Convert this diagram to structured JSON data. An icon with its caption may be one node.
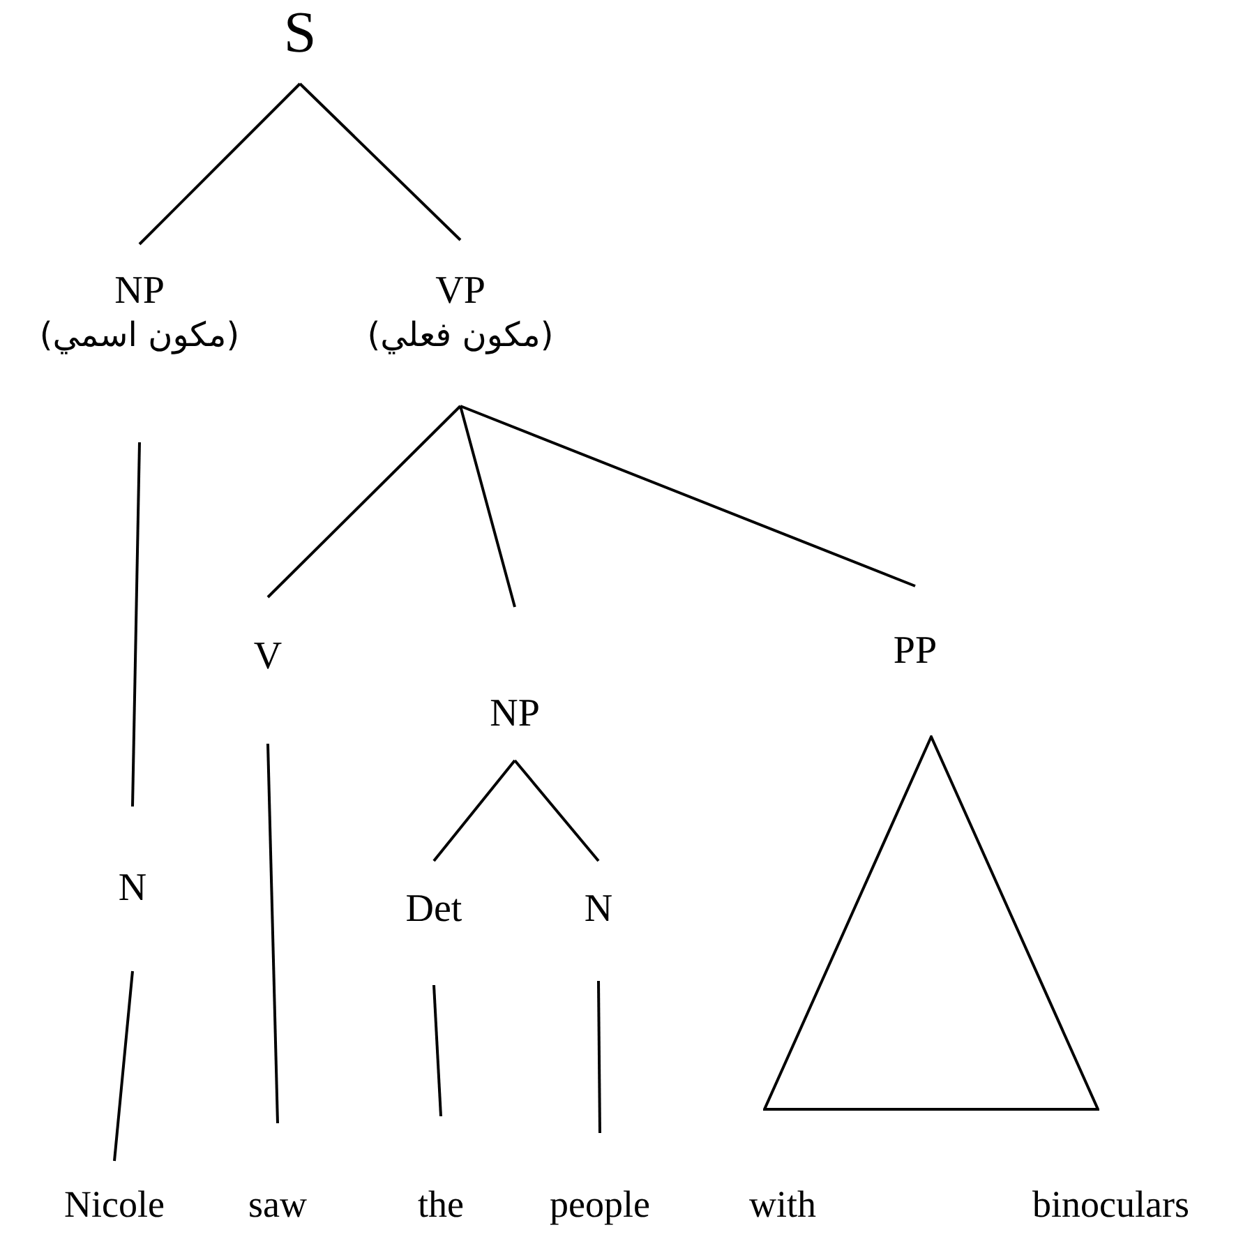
{
  "diagram": {
    "nodes": [
      {
        "text": [
          "S"
        ]
      },
      {
        "text": [
          "NP",
          "(مكون اسمي)"
        ]
      },
      {
        "text": [
          "VP",
          "(مكون فعلي)"
        ]
      },
      {
        "text": [
          "V"
        ]
      },
      {
        "text": [
          "PP"
        ]
      },
      {
        "text": [
          "NP"
        ]
      },
      {
        "text": [
          "N"
        ]
      },
      {
        "text": [
          "Det"
        ]
      },
      {
        "text": [
          "N"
        ]
      },
      {
        "text": [],
        "shape": "triangle"
      },
      {
        "text": [
          "Nicole"
        ]
      },
      {
        "text": [
          "saw"
        ]
      },
      {
        "text": [
          "the"
        ]
      },
      {
        "text": [
          "people"
        ]
      }
    ],
    "edges": [
      {
        "from": 0,
        "to": 1,
        "arrow": "none"
      },
      {
        "from": 0,
        "to": 2,
        "arrow": "none"
      },
      {
        "from": 1,
        "to": 6,
        "arrow": "none"
      },
      {
        "from": 2,
        "to": 3,
        "arrow": "none"
      },
      {
        "from": 2,
        "to": 5,
        "arrow": "none"
      },
      {
        "from": 2,
        "to": 4,
        "arrow": "none"
      },
      {
        "from": 5,
        "to": 7,
        "arrow": "none"
      },
      {
        "from": 5,
        "to": 8,
        "arrow": "none"
      },
      {
        "from": 6,
        "to": 10,
        "arrow": "none"
      },
      {
        "from": 3,
        "to": 11,
        "arrow": "none"
      },
      {
        "from": 7,
        "to": 12,
        "arrow": "none"
      },
      {
        "from": 8,
        "to": 13,
        "arrow": "none"
      }
    ],
    "labels": [
      "with",
      "binoculars"
    ]
  }
}
